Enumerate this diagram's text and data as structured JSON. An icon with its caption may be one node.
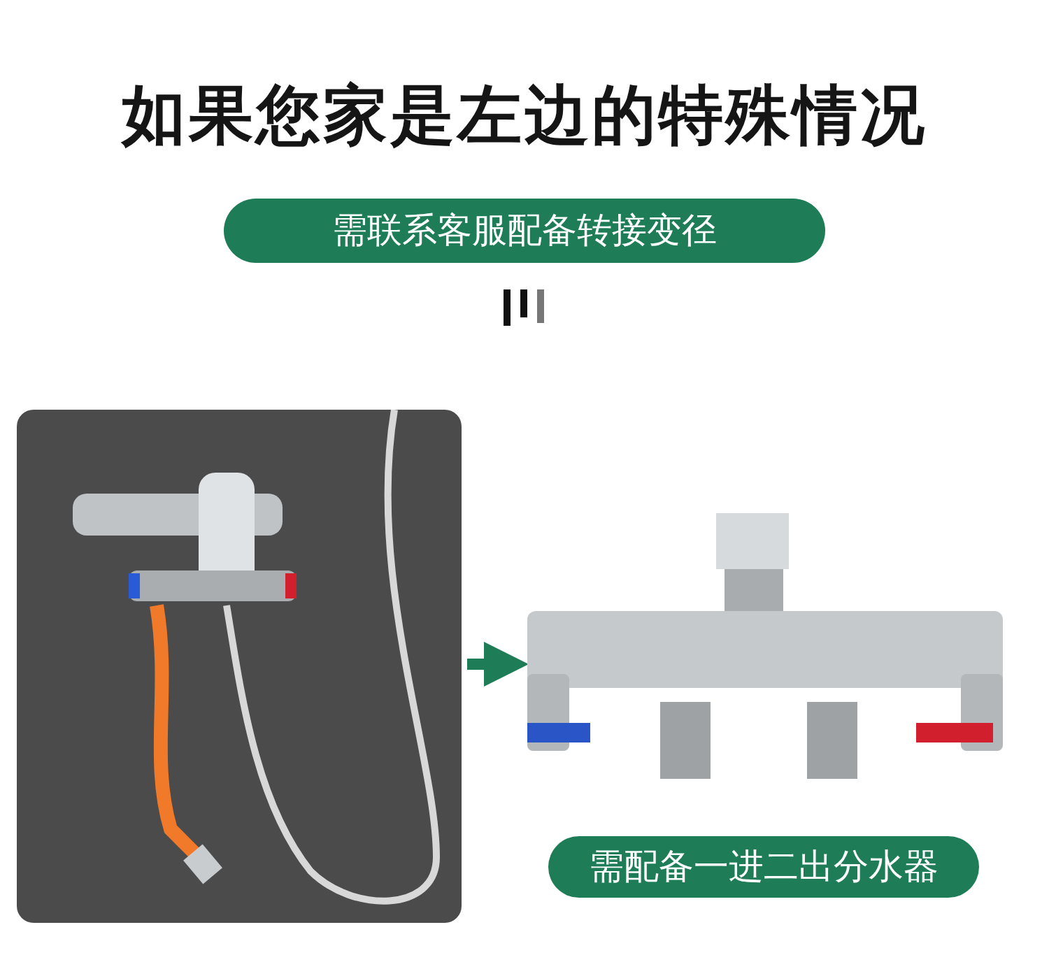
{
  "diagram": {
    "title": "如果您家是左边的特殊情况",
    "nodes": [
      {
        "text": [],
        "shape": "picture"
      },
      {
        "text": [],
        "shape": "picture"
      }
    ],
    "edges": [
      {
        "from": 0,
        "to": 1,
        "arrow": "to",
        "color": "#1e7d57"
      }
    ],
    "labels": [
      "需联系客服配备转接变径",
      "需配备一进二出分水器"
    ]
  }
}
